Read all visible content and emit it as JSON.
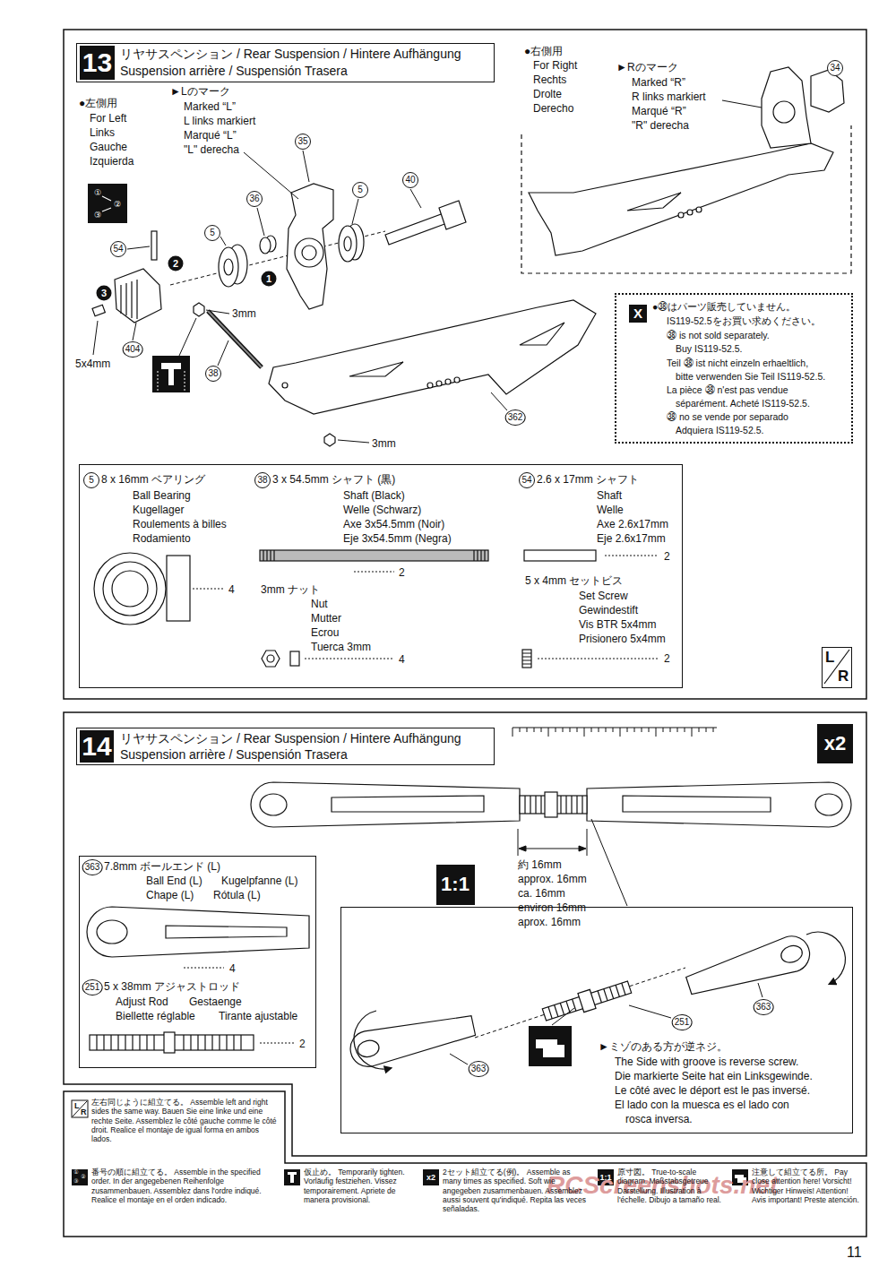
{
  "diagram": {
    "nodes": [
      {
        "text": [
          "13",
          "リヤサスペンション / Rear Suspension / Hintere Aufhängung",
          "Suspension arrière / Suspensión Trasera"
        ]
      },
      {
        "text": [
          "X",
          "●㊳はパーツ販売していません。",
          "IS119-52.5をお買い求めください。",
          "㊳ is not sold separately.",
          "Buy IS119-52.5.",
          "Teil ㊳ ist nicht einzeln erhaeltlich,",
          "bitte verwenden Sie Teil IS119-52.5.",
          "La pièce ㊳ n'est pas vendue",
          "séparément. Acheté IS119-52.5.",
          "㊳ no se vende por separado",
          "Adquiera IS119-52.5."
        ]
      },
      {
        "text": [
          "5",
          "8 x 16mm ベアリング",
          "Ball Bearing",
          "Kugellager",
          "Roulements à billes",
          "Rodamiento",
          "4",
          "38",
          "3 x 54.5mm シャフト (黒)",
          "Shaft (Black)",
          "Welle (Schwarz)",
          "Axe 3x54.5mm (Noir)",
          "Eje 3x54.5mm (Negra)",
          "2",
          "3mm ナット",
          "Nut",
          "Mutter",
          "Ecrou",
          "Tuerca 3mm",
          "4",
          "54",
          "2.6 x 17mm シャフト",
          "Shaft",
          "Welle",
          "Axe 2.6x17mm",
          "Eje 2.6x17mm",
          "2",
          "5 x 4mm セットビス",
          "Set Screw",
          "Gewindestift",
          "Vis BTR 5x4mm",
          "Prisionero 5x4mm",
          "2"
        ]
      },
      {
        "text": [
          "L",
          "R"
        ]
      },
      {
        "text": [
          "14",
          "リヤサスペンション / Rear Suspension / Hintere Aufhängung",
          "Suspension arrière / Suspensión Trasera"
        ]
      },
      {
        "text": [
          "x2"
        ]
      },
      {
        "text": [
          "1:1"
        ]
      },
      {
        "text": [
          "363",
          "7.8mm ボールエンド (L)",
          "Ball End (L)",
          "Kugelpfanne (L)",
          "Chape (L)",
          "Rótula (L)",
          "4",
          "251",
          "5 x 38mm アジャストロッド",
          "Adjust Rod",
          "Gestaenge",
          "Biellette réglable",
          "Tirante ajustable",
          "2"
        ]
      },
      {
        "text": [
          "363",
          "251",
          "363",
          "►ミゾのある方が逆ネジ。",
          "The Side with groove is reverse screw.",
          "Die markierte Seite hat ein Linksgewinde.",
          "Le côté avec le déport est le pas inversé.",
          "El lado con la muesca es el lado con",
          "rosca inversa."
        ]
      }
    ],
    "labels": [
      "●左側用",
      "For Left",
      "Links",
      "Gauche",
      "Izquierda",
      "►Lのマーク",
      "Marked “L”",
      "L links markiert",
      "Marqué “L”",
      "\"L\" derecha",
      "①",
      "②",
      "③",
      "35",
      "36",
      "5",
      "40",
      "54",
      "5",
      "2",
      "1",
      "3",
      "404",
      "5x4mm",
      "3mm",
      "38",
      "362",
      "3mm",
      "●右側用",
      "For Right",
      "Rechts",
      "Drolte",
      "Derecho",
      "►Rのマーク",
      "Marked “R”",
      "R links markiert",
      "Marqué “R”",
      "\"R\" derecha",
      "34",
      "約 16mm",
      "approx. 16mm",
      "ca. 16mm",
      "environ 16mm",
      "aprox. 16mm",
      "L",
      "R",
      "①",
      "②",
      "③",
      "x2",
      "1:1",
      "RCScreenshots.net",
      "11"
    ],
    "legend": [
      {
        "text": "左右同じように組立てる。 Assemble left and right sides the same way. Bauen Sie eine linke und eine rechte Seite. Assemblez le côté gauche comme le côté droit. Realice el montaje de igual forma en ambos lados."
      },
      {
        "text": "番号の順に組立てる。 Assemble in the specified order. In der angegebenen Reihenfolge zusammenbauen. Assemblez dans l'ordre indiqué. Realice el montaje en el orden indicado."
      },
      {
        "text": "仮止め。 Temporarily tighten. Vorläufig festziehen. Vissez temporairement. Apriete de manera provisional."
      },
      {
        "text": "2セット組立てる(例)。 Assemble as many times as specified. Soft wie angegeben zusammenbauen. Assemblez aussi souvent qu'indiqué. Repita las veces señaladas."
      },
      {
        "text": "原寸図。 True-to-scale diagram. Maßstabsgetreue Darstellung. Illustration à l'échelle. Dibujo a tamaño real."
      },
      {
        "text": "注意して組立てる所。 Pay close attention here! Vorsicht! Wichtiger Hinweis! Attention! Avis important! Preste atención."
      }
    ]
  }
}
